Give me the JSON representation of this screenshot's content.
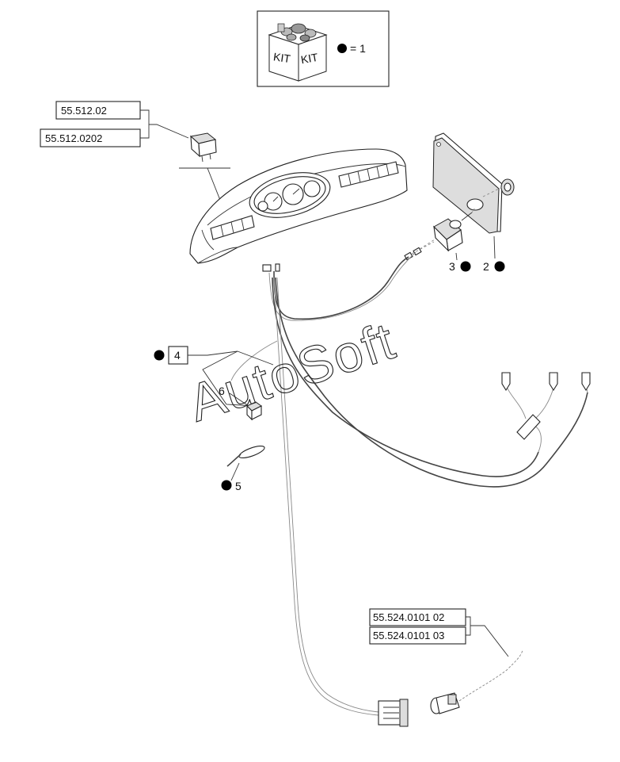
{
  "kit": {
    "label_left": "KIT",
    "label_right": "KIT",
    "legend_value": "= 1"
  },
  "refs": {
    "r1": "55.512.02",
    "r2": "55.512.0202",
    "r3": "55.524.0101 02",
    "r4": "55.524.0101 03"
  },
  "callouts": {
    "c2": "2",
    "c3": "3",
    "c4": "4",
    "c5": "5",
    "c6": "6"
  },
  "watermark": "AutoSoft"
}
